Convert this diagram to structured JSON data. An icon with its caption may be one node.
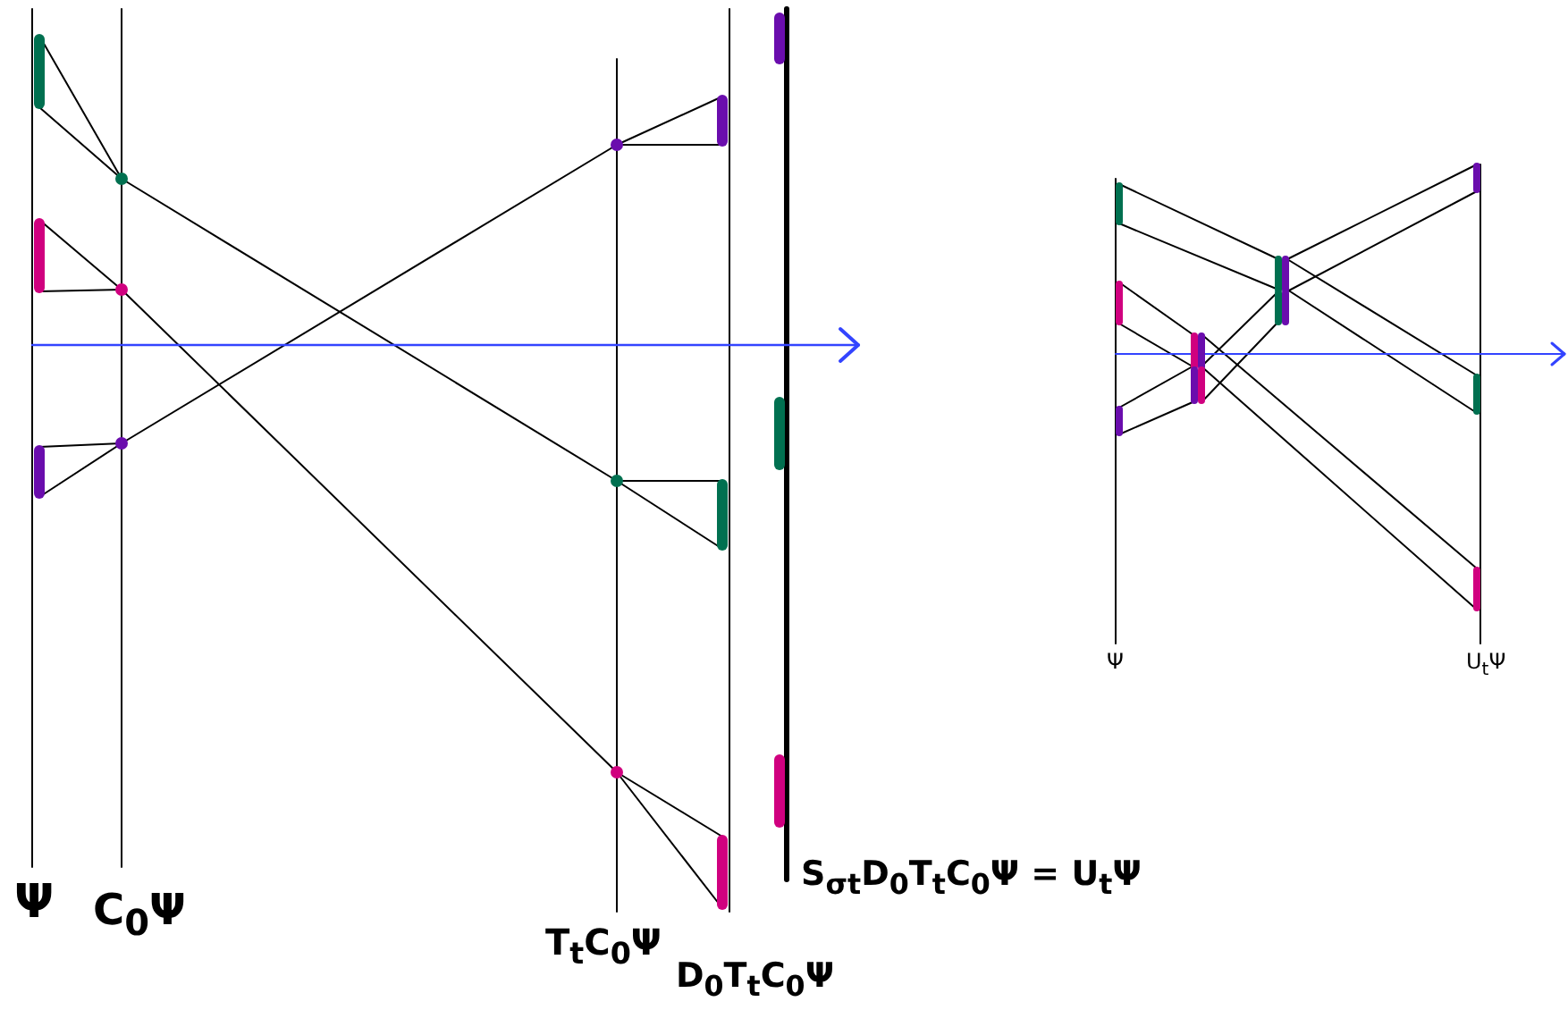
{
  "diagram": {
    "labels": [
      "Ψ",
      "C$_{0}$Ψ",
      "T$_{t}$C$_{0}$Ψ",
      "D$_{0}$T$_{t}$C$_{0}$Ψ",
      "S$_{σt}$D$_{0}$T$_{t}$C$_{0}$Ψ = U$_{t}$Ψ",
      "Ψ",
      "U$_{t}$Ψ"
    ]
  }
}
